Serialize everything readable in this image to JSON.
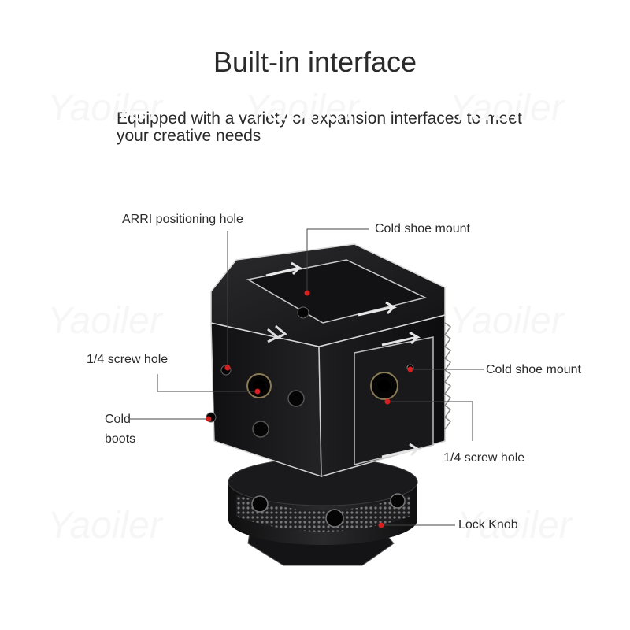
{
  "header": {
    "title": "Built-in interface",
    "subtitle": "Equipped with a variety of expansion interfaces to meet your creative needs"
  },
  "watermark": "Yaoiler",
  "callouts": {
    "arri_hole": "ARRI positioning hole",
    "cold_shoe_top": "Cold shoe mount",
    "screw_left": "1/4 screw hole",
    "cold_shoe_right": "Cold shoe mount",
    "cold_boots_line1": "Cold",
    "cold_boots_line2": "boots",
    "screw_right": "1/4 screw hole",
    "lock_knob": "Lock Knob"
  },
  "colors": {
    "metal": "#1b1b1d",
    "edge": "#d8d8d8",
    "callout_dot": "#d42020",
    "leader_line": "#444444"
  }
}
